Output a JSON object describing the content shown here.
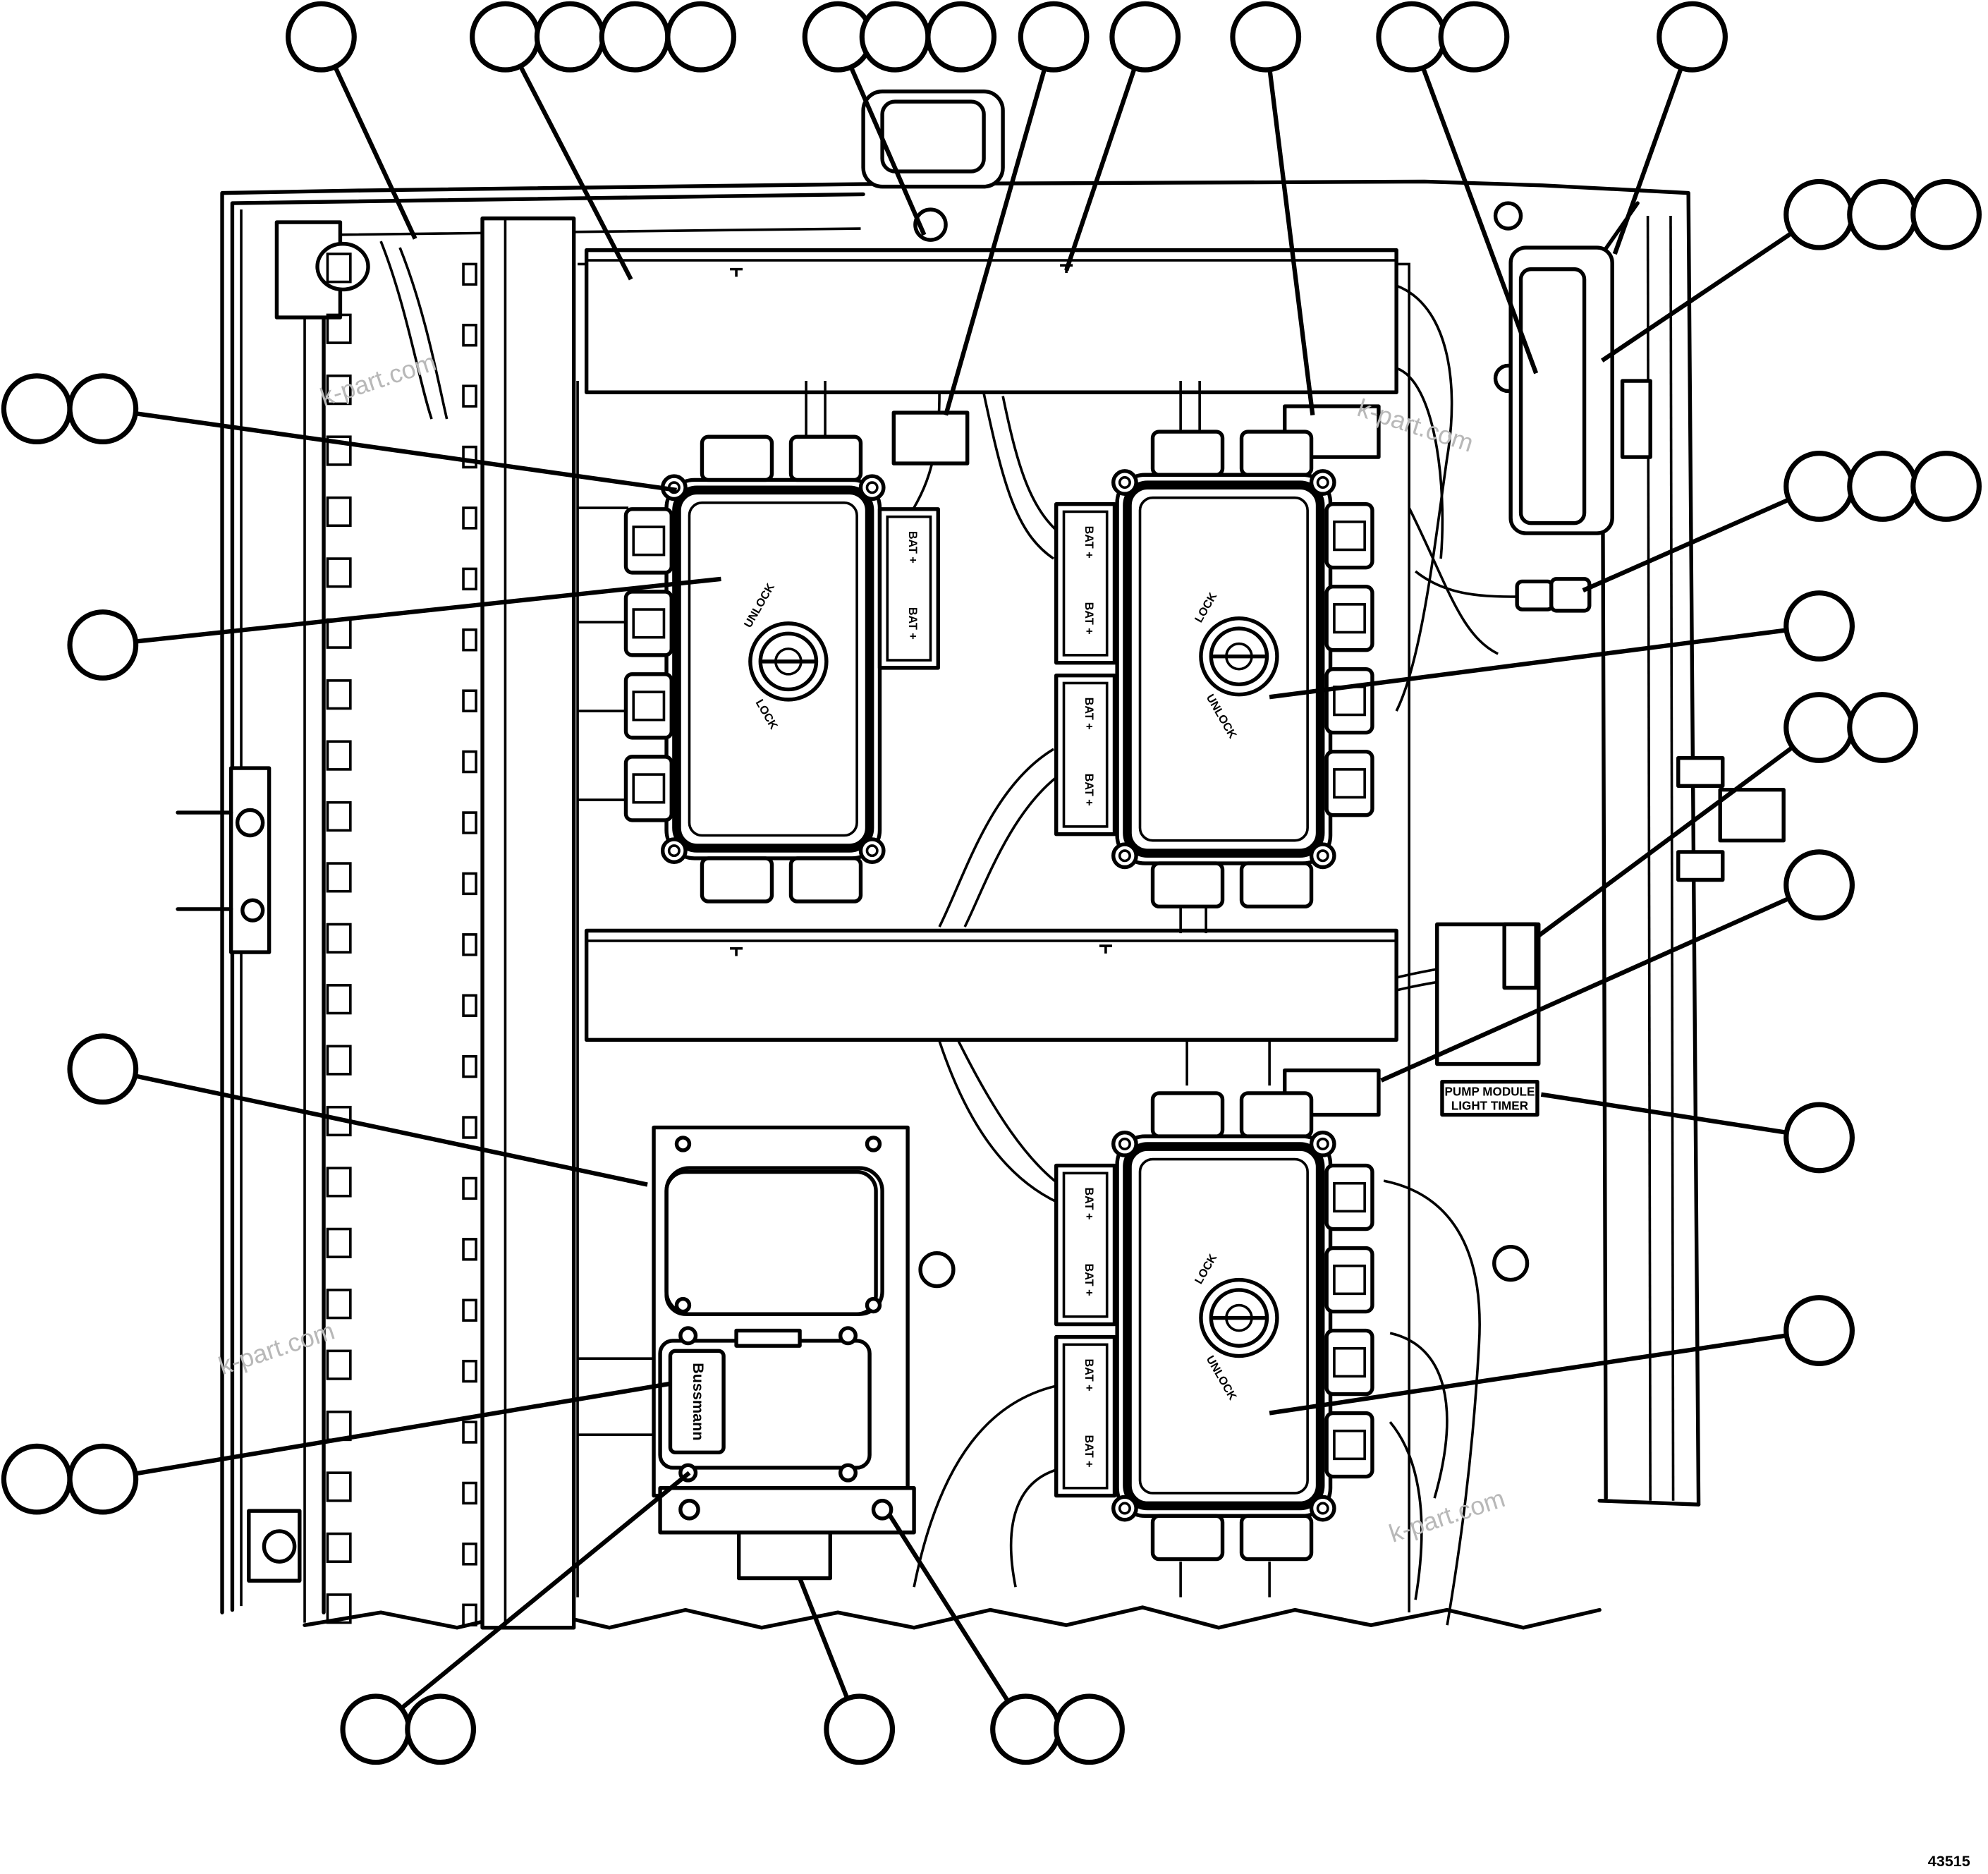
{
  "figure_id": "43515",
  "labels": {
    "timer_line1": "PUMP MODULE",
    "timer_line2": "LIGHT TIMER",
    "fuse_brand": "Bussmann",
    "bat_plus": "BAT +",
    "lock": "LOCK",
    "unlock": "UNLOCK"
  },
  "watermarks": [
    "k-part.com",
    "k-part.com",
    "k-part.com",
    "k-part.com"
  ],
  "callouts": {
    "note": "Item number bubbles are drawn blank (no numbers shown in the original).",
    "bubble_groups": 22
  }
}
